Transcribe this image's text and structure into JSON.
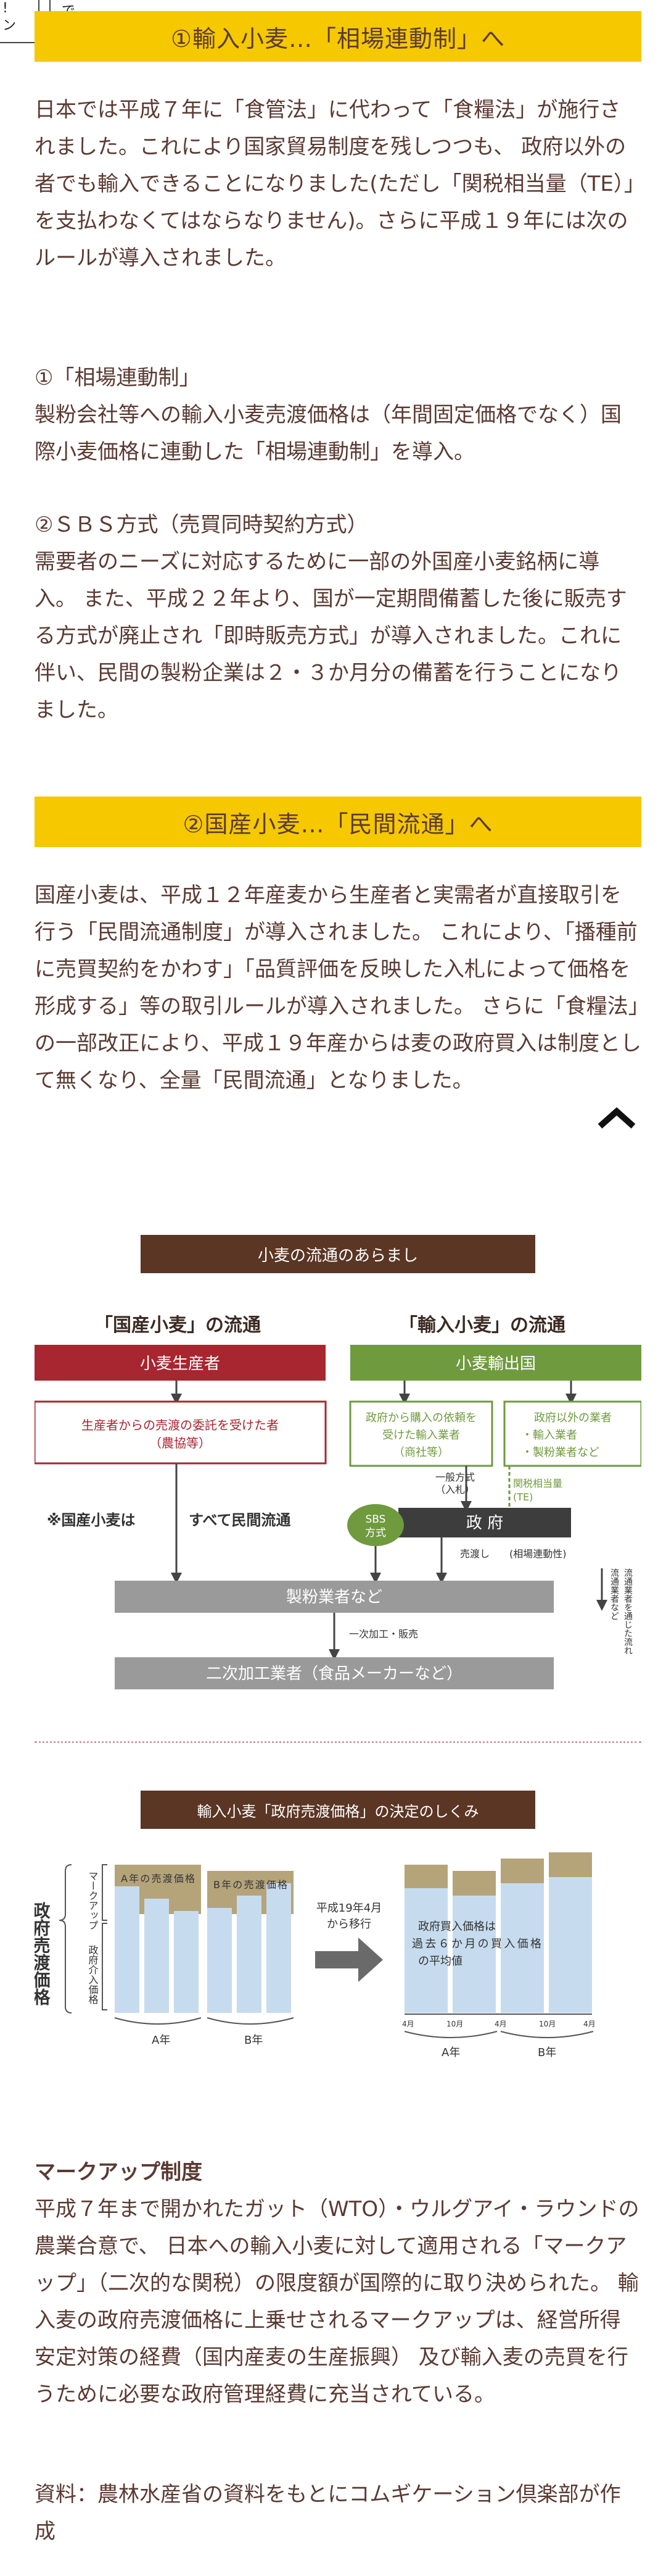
{
  "fragment": {
    "col1": "!\nン",
    "col2": "で"
  },
  "section1": {
    "banner": "①輸入小麦…「相場連動制」へ",
    "intro": "日本では平成７年に「食管法」に代わって「食糧法」が施行されました。これにより国家貿易制度を残しつつも、 政府以外の者でも輸入できることになりました(ただし「関税相当量（TE）」を支払わなくてはならなりません)。さらに平成１９年には次のルールが導入されました。",
    "rule1_title": "①「相場連動制」",
    "rule1_body": "製粉会社等への輸入小麦売渡価格は（年間固定価格でなく）国際小麦価格に連動した「相場連動制」を導入。",
    "rule2_title": "②ＳＢＳ方式（売買同時契約方式）",
    "rule2_body": "需要者のニーズに対応するために一部の外国産小麦銘柄に導入。 また、平成２２年より、国が一定期間備蓄した後に販売する方式が廃止され「即時販売方式」が導入されました。これに伴い、民間の製粉企業は２・３か月分の備蓄を行うことになりました。"
  },
  "section2": {
    "banner": "②国産小麦…「民間流通」へ",
    "body": "国産小麦は、平成１２年産麦から生産者と実需者が直接取引を行う「民間流通制度」が導入されました。 これにより、「播種前に売買契約をかわす」「品質評価を反映した入札によって価格を形成する」等の取引ルールが導入されました。 さらに「食糧法」の一部改正により、平成１９年産からは麦の政府買入は制度として無くなり、全量「民間流通」となりました。"
  },
  "scroll_top_icon": "chevron-up-icon",
  "diagram1": {
    "title": "小麦の流通のあらまし",
    "domestic_heading": "「国産小麦」の流通",
    "import_heading": "「輸入小麦」の流通",
    "producer": "小麦生産者",
    "exporter": "小麦輸出国",
    "consignee": "生産者からの売渡の委託を受けた者",
    "consignee_sub": "（農協等）",
    "importer_req_1": "政府から購入の依頼を",
    "importer_req_2": "受けた輸入業者",
    "importer_req_3": "（商社等）",
    "nongov_1": "政府以外の業者",
    "nongov_2": "・輸入業者",
    "nongov_3": "・製粉業者など",
    "tariff_1": "関税相当量",
    "tariff_2": "(TE)",
    "general_1": "一般方式",
    "general_2": "（入札）",
    "sbs_1": "SBS",
    "sbs_2": "方式",
    "government": "政 府",
    "sell": "売渡し",
    "linked": "(相場連動性)",
    "domestic_note_1": "※国産小麦は",
    "domestic_note_2": "すべて民間流通",
    "miller": "製粉業者など",
    "processing": "一次加工・販売",
    "secondary": "二次加工業者（食品メーカーなど）",
    "side_1": "流通業者",
    "side_2": "流通業者",
    "side_3": "流通業者など",
    "side_4": "流通業者を通じた流れ"
  },
  "diagram2": {
    "title": "輸入小麦「政府売渡価格」の決定のしくみ",
    "yaxis_label": "政府売渡価格",
    "markup_label": "マークアップ",
    "intervention_label": "政府介入価格",
    "a_price": "A年の売渡価格",
    "b_price": "B年の売渡価格",
    "transition_1": "平成19年4月",
    "transition_2": "から移行",
    "average_1": "政府買入価格は",
    "average_2": "過去６か月の買入価格",
    "average_3": "の平均値",
    "year_a": "A年",
    "year_b": "B年",
    "months": [
      "4月",
      "10月",
      "4月",
      "10月",
      "4月"
    ]
  },
  "markup": {
    "title": "マークアップ制度",
    "body": "平成７年まで開かれたガット（WTO）・ウルグアイ・ラウンドの農業合意で、 日本への輸入小麦に対して適用される「マークアップ」（二次的な関税）の限度額が国際的に取り決められた。 輸入麦の政府売渡価格に上乗せされるマークアップは、経営所得安定対策の経費（国内産麦の生産振興） 及び輸入麦の売買を行うために必要な政府管理経費に充当されている。",
    "source": "資料：農林水産省の資料をもとにコムギケーション倶楽部が作成"
  },
  "colors": {
    "banner": "#f5c800",
    "text": "#5a3a32",
    "dark_brown": "#5b3625",
    "red": "#a8262f",
    "green": "#6f9a3e"
  }
}
